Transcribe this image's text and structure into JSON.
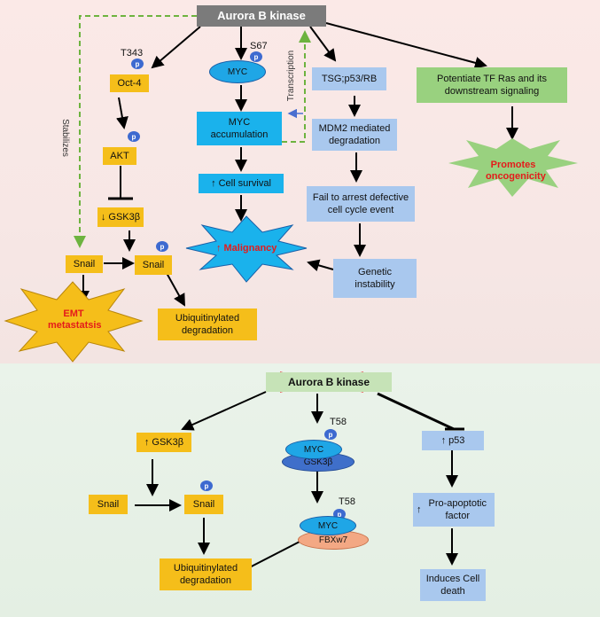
{
  "top": {
    "aurora": "Aurora B kinase",
    "t343": "T343",
    "s67": "S67",
    "p": "p",
    "oct4": "Oct-4",
    "myc": "MYC",
    "tsg": "TSG;p53/RB",
    "potentiate": "Potentiate TF Ras and its downstream signaling",
    "stabilizes": "Stabilizes",
    "transcription": "Transcription",
    "akt": "AKT",
    "myc_acc": "MYC accumulation",
    "mdm2": "MDM2 mediated degradation",
    "promotes": "Promotes oncogenicity",
    "cell_survival": "Cell survival",
    "fail_arrest": "Fail to arrest defective cell cycle event",
    "gsk3b": "GSK3β",
    "malignancy": "Malignancy",
    "genetic": "Genetic instability",
    "snail": "Snail",
    "emt": "EMT metastatsis",
    "ubiq": "Ubiquitinylated degradation"
  },
  "bottom": {
    "aurora": "Aurora B kinase",
    "t58": "T58",
    "p": "p",
    "gsk3b": "GSK3β",
    "myc": "MYC",
    "gsk3b_oval": "GSK3β",
    "p53": "p53",
    "snail": "Snail",
    "fbxw7": "FBXw7",
    "pro_apoptotic": "Pro-apoptotic factor",
    "ubiq": "Ubiquitinylated degradation",
    "induces": "Induces Cell death"
  },
  "colors": {
    "yellow": "#f5be1a",
    "light_blue": "#a9c8ee",
    "cyan": "#1ab2ec",
    "green": "#99d17f",
    "grey": "#7b7b7b",
    "red_text": "#e41b1b",
    "dashed_green": "#6db33f"
  }
}
